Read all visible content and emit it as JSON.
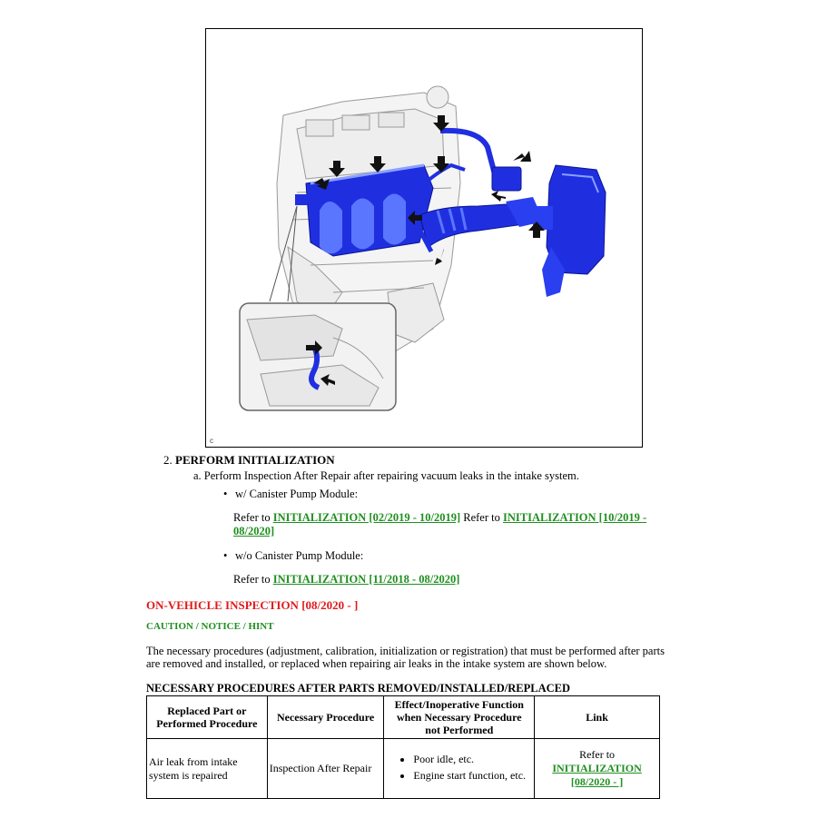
{
  "figure": {
    "code": "c",
    "colors": {
      "highlight": "#1f2fe0",
      "highlight_light": "#5a76ff",
      "line": "#9a9a9a",
      "arrow": "#111111"
    }
  },
  "step": {
    "number": "2.",
    "title": "PERFORM INITIALIZATION",
    "substep_a": "a. Perform Inspection After Repair after repairing vacuum leaks in the intake system.",
    "with_module": {
      "label": "w/ Canister Pump Module:",
      "refer1_prefix": "Refer to",
      "link1": "INITIALIZATION [02/2019 - 10/2019]",
      "refer2_prefix": "Refer to",
      "link2_line1": "INITIALIZATION [10/2019 -",
      "link2_line2": "08/2020]"
    },
    "without_module": {
      "label": "w/o Canister Pump Module:",
      "refer_prefix": "Refer to",
      "link": "INITIALIZATION [11/2018 - 08/2020]"
    }
  },
  "section_heading": "ON-VEHICLE INSPECTION [08/2020 - ]",
  "caution_link": "CAUTION / NOTICE / HINT",
  "intro_line1": "The necessary procedures (adjustment, calibration, initialization or registration) that must be performed after parts",
  "intro_line2": "are removed and installed, or replaced when repairing air leaks in the intake system are shown below.",
  "table": {
    "title": "NECESSARY PROCEDURES AFTER PARTS REMOVED/INSTALLED/REPLACED",
    "headers": [
      "Replaced Part or Performed Procedure",
      "Necessary Procedure",
      "Effect/Inoperative Function when Necessary Procedure not Performed",
      "Link"
    ],
    "row": {
      "part": "Air leak from intake system is repaired",
      "procedure": "Inspection After Repair",
      "effects": [
        "Poor idle, etc.",
        "Engine start function, etc."
      ],
      "link_prefix": "Refer to",
      "link_line1": "INITIALIZATION",
      "link_line2": "[08/2020 - ]"
    }
  }
}
